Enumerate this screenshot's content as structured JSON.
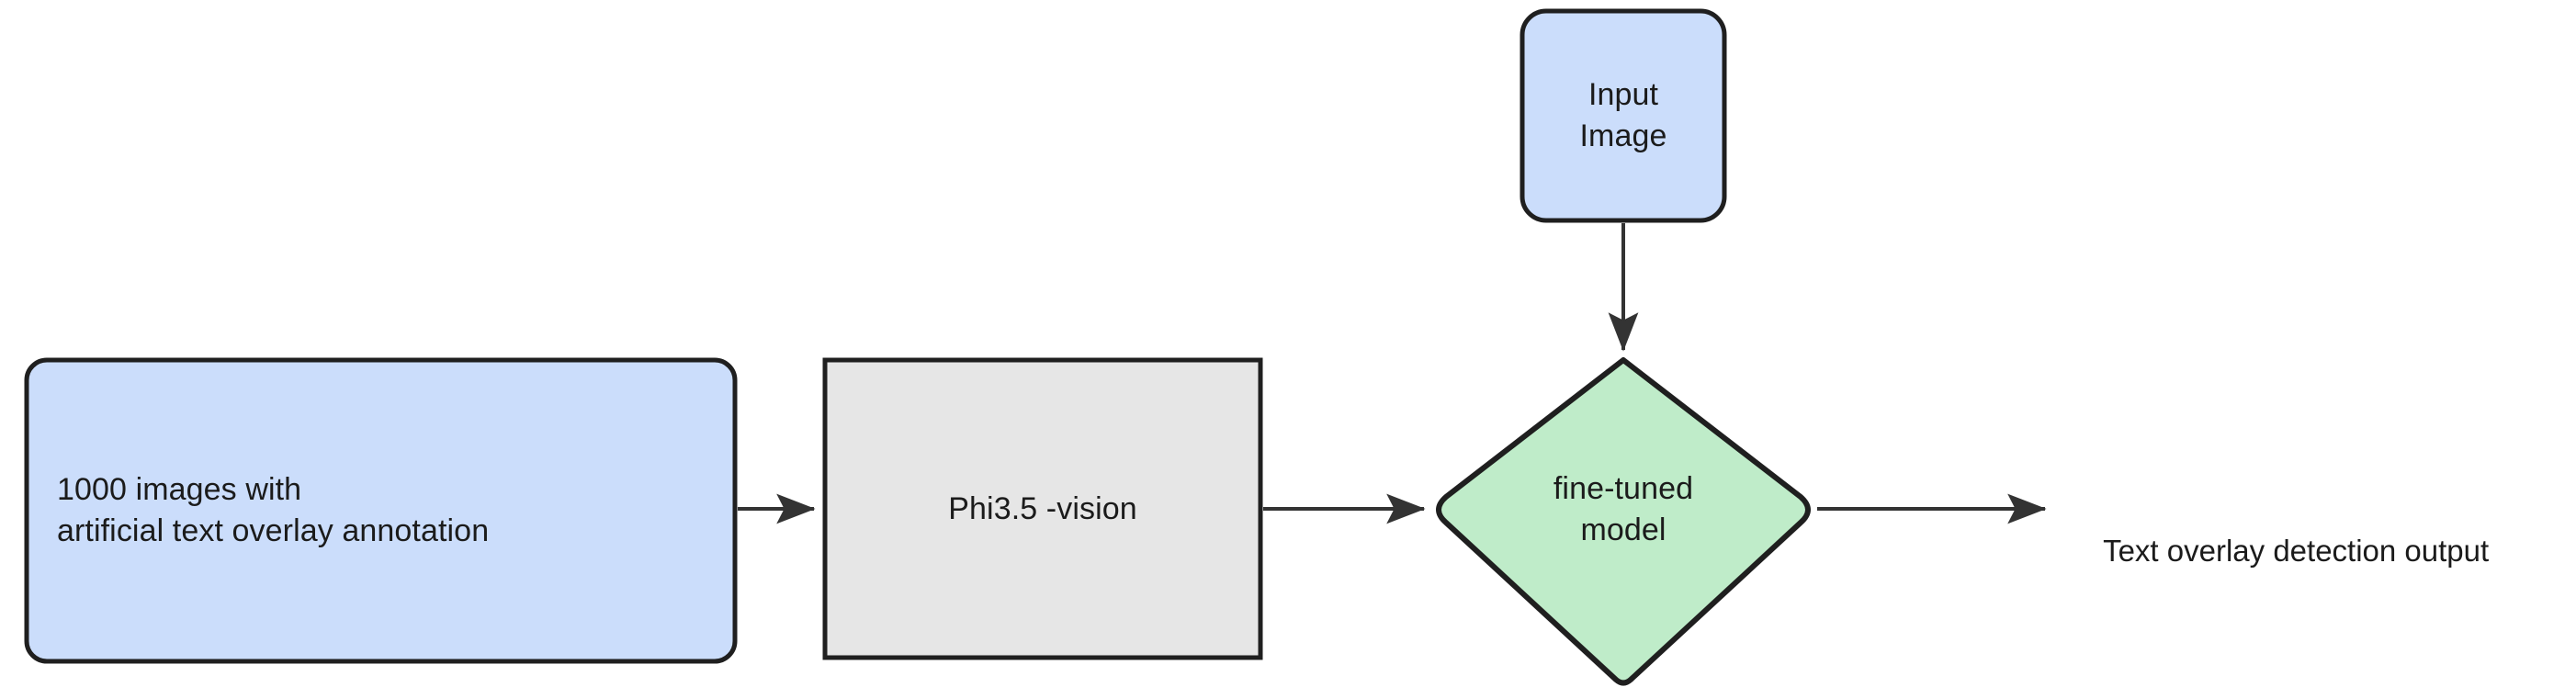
{
  "diagram": {
    "type": "flowchart",
    "orientation": "left-to-right",
    "background_color": "#ffffff",
    "stroke_color": "#1f1f1f",
    "arrow_color": "#333333",
    "text_color": "#1b1b1b",
    "nodes": [
      {
        "id": "dataset",
        "shape": "rounded-rectangle",
        "fill": "#cbddfb",
        "line1": "1000 images with",
        "line2": "artificial text overlay annotation"
      },
      {
        "id": "base-model",
        "shape": "rectangle",
        "fill": "#e6e6e6",
        "line1": "Phi3.5 -vision"
      },
      {
        "id": "input-image",
        "shape": "rounded-rectangle",
        "fill": "#cbddfb",
        "line1": "Input",
        "line2": "Image"
      },
      {
        "id": "fine-tuned-model",
        "shape": "diamond",
        "fill": "#bfecc9",
        "line1": "fine-tuned",
        "line2": "model"
      },
      {
        "id": "output",
        "shape": "plain-text",
        "fill": "none",
        "line1": "Text overlay detection output"
      }
    ],
    "edges": [
      {
        "id": "dataset-to-base-model",
        "from": "dataset",
        "to": "base-model",
        "label": "",
        "direction": "right"
      },
      {
        "id": "base-model-to-fine-tuned",
        "from": "base-model",
        "to": "fine-tuned-model",
        "label": "",
        "direction": "right"
      },
      {
        "id": "input-image-to-fine-tuned",
        "from": "input-image",
        "to": "fine-tuned-model",
        "label": "",
        "direction": "down"
      },
      {
        "id": "fine-tuned-to-output",
        "from": "fine-tuned-model",
        "to": "output",
        "label": "",
        "direction": "right"
      }
    ]
  }
}
